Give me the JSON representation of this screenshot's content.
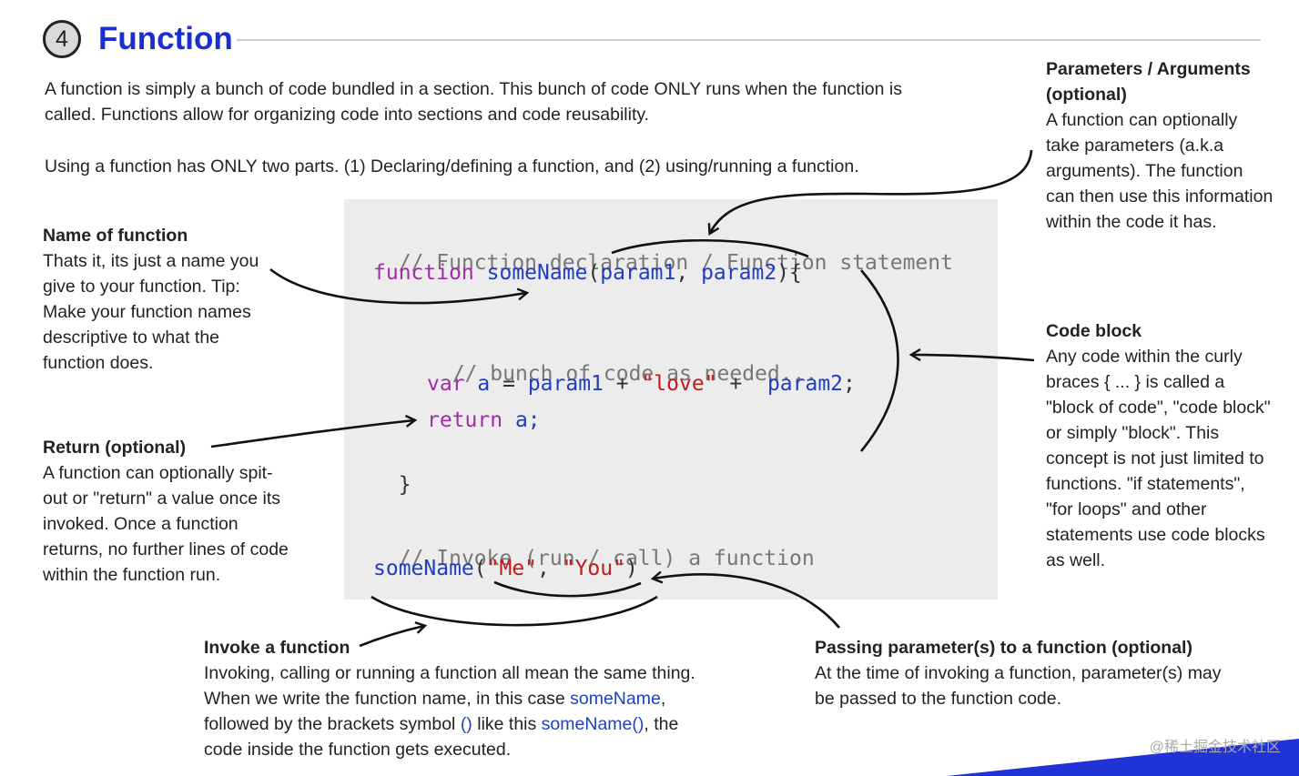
{
  "header": {
    "number": "4",
    "title": "Function"
  },
  "intro": {
    "p1": "A function is simply a bunch of code bundled in a section. This bunch of code ONLY runs when the function is called. Functions allow for organizing code into sections and code reusability.",
    "p2": "Using a function has ONLY two parts. (1) Declaring/defining a function, and (2) using/running a function."
  },
  "code": {
    "comment_declaration": "// Function declaration / Function statement",
    "keyword_function": "function",
    "function_name": "someName",
    "open_paren": "(",
    "param1": "param1",
    "comma": ", ",
    "param2": "param2",
    "close_brace_open": "){",
    "comment_body": "// bunch of code as needed...",
    "keyword_var": "var",
    "var_a": "a",
    "assign": " = ",
    "plus": " + ",
    "string_love": "\"love\"",
    "plus_space": " +  ",
    "semicolon": ";",
    "keyword_return": "return",
    "return_a": "a;",
    "close_brace": "}",
    "comment_invoke": "// Invoke (run / call) a function",
    "invoke_name": "someName",
    "invoke_open": "(",
    "arg_me": "\"Me\"",
    "arg_comma": ", ",
    "arg_you": "\"You\"",
    "invoke_close": ")"
  },
  "notes": {
    "name": {
      "heading": "Name of function",
      "body": "Thats it, its just a name you give to your function. Tip: Make your function names descriptive to what the function does."
    },
    "return": {
      "heading": "Return (optional)",
      "body": "A function can optionally spit-out or \"return\" a value once its invoked. Once a function returns, no further lines of code within the function run."
    },
    "params": {
      "heading": "Parameters / Arguments (optional)",
      "body": "A function can optionally take parameters (a.k.a arguments). The function can then use this information within the code it has."
    },
    "block": {
      "heading": "Code block",
      "body": "Any code within the curly braces { ... } is called a \"block of code\", \"code block\" or simply \"block\". This concept is not just limited to functions. \"if statements\", \"for loops\" and other statements use code blocks as well."
    },
    "invoke": {
      "heading": "Invoke a function",
      "body_1": "Invoking, calling or running a function all mean the same thing. When we write the function name, in this case ",
      "name_1": "someName",
      "body_2": ", followed by the brackets symbol ",
      "brackets": "()",
      "body_3": " like this ",
      "name_2": "someName()",
      "body_4": ", the code inside the function gets executed."
    },
    "passing": {
      "heading": "Passing parameter(s) to a function (optional)",
      "body": "At the time of invoking a function, parameter(s) may be passed to the function code."
    }
  },
  "watermark": "@稀土掘金技术社区",
  "colors": {
    "title": "#1a2fd0",
    "keyword": "#a22ca8",
    "identifier": "#1f3fc0",
    "string": "#c21b1b",
    "comment": "#777777",
    "code_bg": "#ececec"
  }
}
